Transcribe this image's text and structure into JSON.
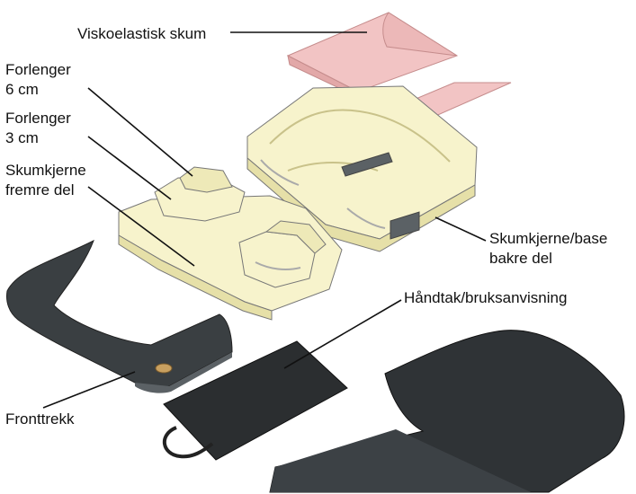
{
  "labels": {
    "viskoelastisk": "Viskoelastisk skum",
    "forlenger6": {
      "line1": "Forlenger",
      "line2": "6 cm"
    },
    "forlenger3": {
      "line1": "Forlenger",
      "line2": "3 cm"
    },
    "skumkjerne_fremre": {
      "line1": "Skumkjerne",
      "line2": "fremre del"
    },
    "skumkjerne_bakre": {
      "line1": "Skumkjerne/base",
      "line2": "bakre del"
    },
    "handtak": "Håndtak/bruksanvisning",
    "fronttrekk": "Fronttrekk"
  },
  "colors": {
    "foam_pink": "#f2c4c4",
    "foam_pink_edge": "#c58c8c",
    "base_yellow": "#f7f3cc",
    "base_yellow_shade": "#e6e0a8",
    "dark_cover": "#3a3f42",
    "dark_cover_light": "#5b6165",
    "sheet": "#2b2e30",
    "leader_line": "#111111"
  }
}
